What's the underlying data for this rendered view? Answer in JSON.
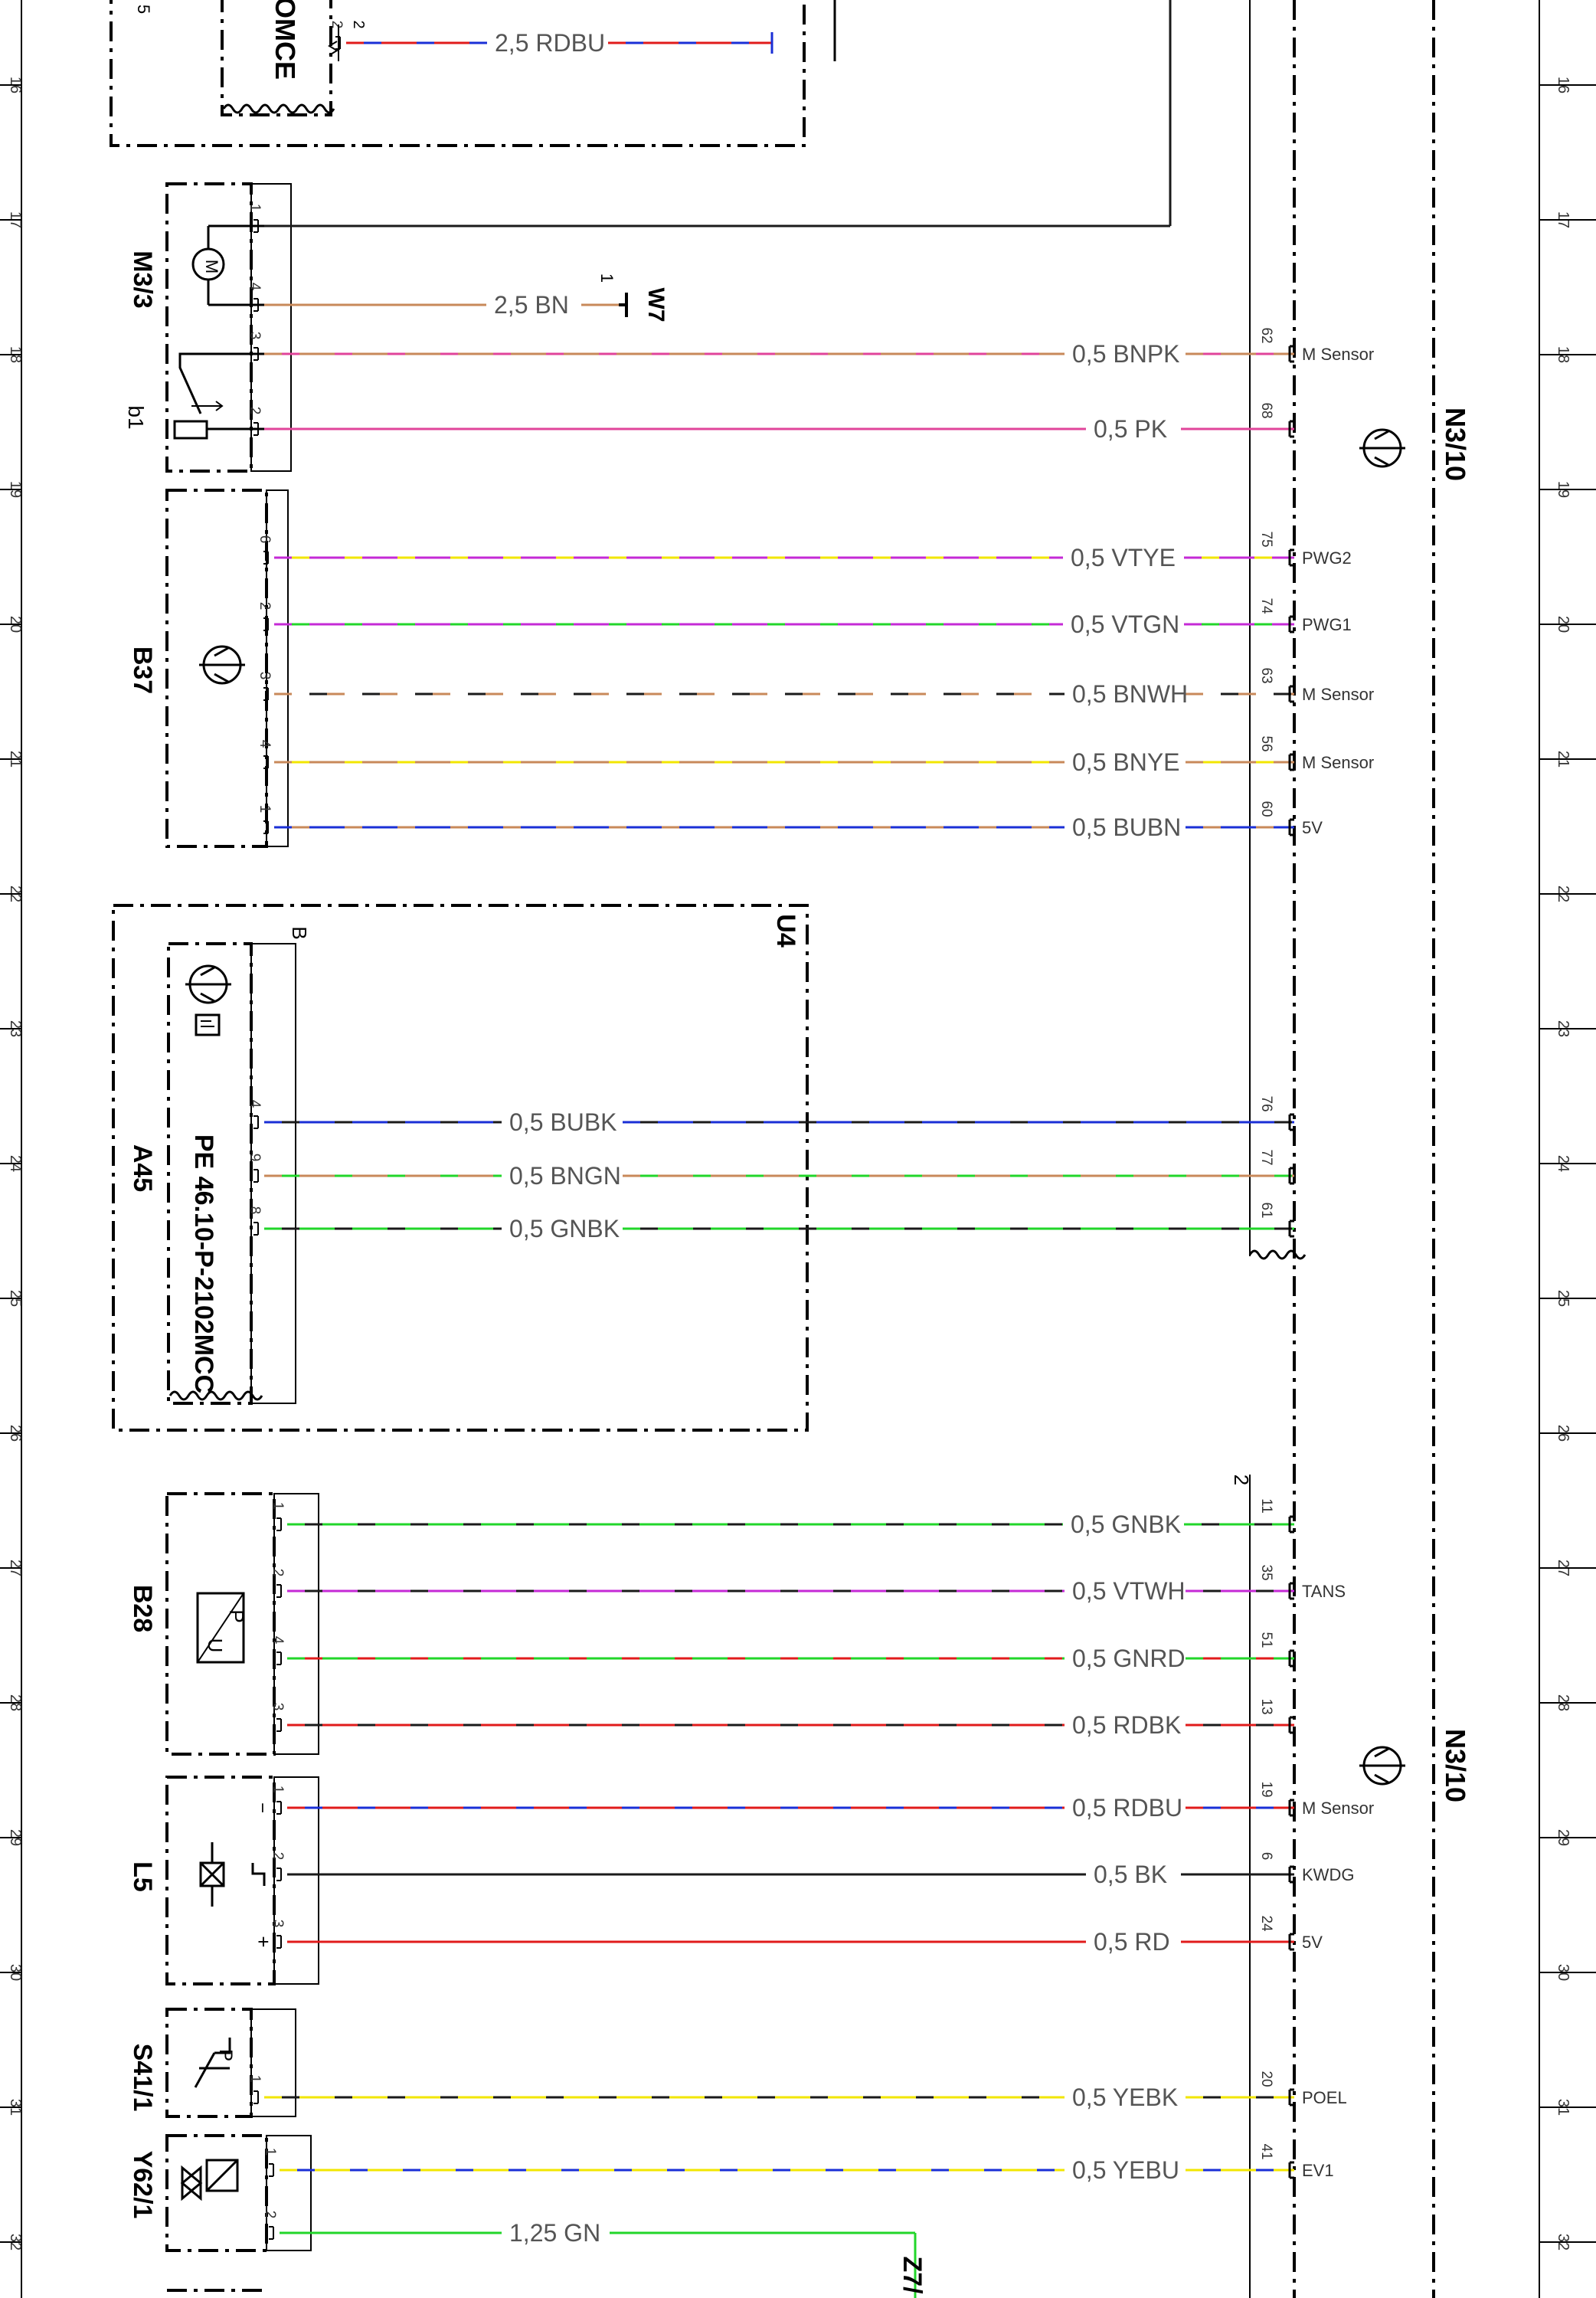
{
  "grid": {
    "rows": [
      "16",
      "17",
      "18",
      "19",
      "20",
      "21",
      "22",
      "23",
      "24",
      "25",
      "26",
      "27",
      "28",
      "29",
      "30",
      "31",
      "32"
    ]
  },
  "colors": {
    "BK": "#1a1a1a",
    "BN": "#c8895a",
    "RD": "#e01b1b",
    "BU": "#1a2fd6",
    "PK": "#e0449a",
    "VT": "#c42ad6",
    "YE": "#f2e600",
    "GN": "#22d62a",
    "WH": "#ffffff"
  },
  "components": {
    "top_partial": {
      "name": "OMCE",
      "pin_label": "2",
      "side_label": "5"
    },
    "m3_3": {
      "name": "M3/3",
      "motor_symbol": "M",
      "sub_name": "b1"
    },
    "b37": {
      "name": "B37"
    },
    "u4": {
      "name": "U4",
      "connector_label": "B"
    },
    "a45": {
      "name": "A45",
      "part_number": "PE 46.10-P-2102MCC"
    },
    "b28": {
      "name": "B28",
      "symbol_top": "P",
      "symbol_bottom": "U"
    },
    "l5": {
      "name": "L5",
      "minus": "−",
      "plus": "+"
    },
    "s41_1": {
      "name": "S41/1",
      "symbol": "P"
    },
    "y62_1": {
      "name": "Y62/1"
    },
    "w7": {
      "name": "W7",
      "pin": "1"
    },
    "z7": {
      "name": "Z7/"
    },
    "n3_10_top": {
      "name": "N3/10"
    },
    "n3_10_bottom": {
      "name": "N3/10"
    },
    "n3_10_connector_label": "2"
  },
  "wires": [
    {
      "label": "2,5 RDBU",
      "colors": [
        "RD",
        "BU"
      ],
      "from_pin": "2",
      "to_pin": "",
      "signal": ""
    },
    {
      "label": "",
      "colors": [
        "BK"
      ],
      "from_pin": "1",
      "to_pin": "",
      "signal": ""
    },
    {
      "label": "2,5 BN",
      "colors": [
        "BN"
      ],
      "from_pin": "4",
      "to_pin": "",
      "signal": ""
    },
    {
      "label": "0,5 BNPK",
      "colors": [
        "BN",
        "PK"
      ],
      "from_pin": "3",
      "to_pin": "62",
      "signal": "M Sensor"
    },
    {
      "label": "0,5 PK",
      "colors": [
        "PK"
      ],
      "from_pin": "2",
      "to_pin": "68",
      "signal": ""
    },
    {
      "label": "0,5 VTYE",
      "colors": [
        "VT",
        "YE"
      ],
      "from_pin": "6",
      "to_pin": "75",
      "signal": "PWG2"
    },
    {
      "label": "0,5 VTGN",
      "colors": [
        "VT",
        "GN"
      ],
      "from_pin": "2",
      "to_pin": "74",
      "signal": "PWG1"
    },
    {
      "label": "0,5 BNWH",
      "colors": [
        "BN",
        "WH",
        "BK"
      ],
      "from_pin": "3",
      "to_pin": "63",
      "signal": "M Sensor"
    },
    {
      "label": "0,5 BNYE",
      "colors": [
        "BN",
        "YE"
      ],
      "from_pin": "4",
      "to_pin": "56",
      "signal": "M Sensor"
    },
    {
      "label": "0,5 BUBN",
      "colors": [
        "BU",
        "BN"
      ],
      "from_pin": "1",
      "to_pin": "60",
      "signal": "5V"
    },
    {
      "label": "0,5 BUBK",
      "colors": [
        "BU",
        "BK"
      ],
      "from_pin": "4",
      "to_pin": "76",
      "signal": ""
    },
    {
      "label": "0,5 BNGN",
      "colors": [
        "BN",
        "GN"
      ],
      "from_pin": "9",
      "to_pin": "77",
      "signal": ""
    },
    {
      "label": "0,5 GNBK",
      "colors": [
        "GN",
        "BK"
      ],
      "from_pin": "8",
      "to_pin": "61",
      "signal": ""
    },
    {
      "label": "0,5 GNBK",
      "colors": [
        "GN",
        "BK"
      ],
      "from_pin": "1",
      "to_pin": "11",
      "signal": ""
    },
    {
      "label": "0,5 VTWH",
      "colors": [
        "VT",
        "BK"
      ],
      "from_pin": "2",
      "to_pin": "35",
      "signal": "TANS"
    },
    {
      "label": "0,5 GNRD",
      "colors": [
        "GN",
        "RD"
      ],
      "from_pin": "4",
      "to_pin": "51",
      "signal": ""
    },
    {
      "label": "0,5 RDBK",
      "colors": [
        "RD",
        "BK"
      ],
      "from_pin": "3",
      "to_pin": "13",
      "signal": ""
    },
    {
      "label": "0,5 RDBU",
      "colors": [
        "RD",
        "BU"
      ],
      "from_pin": "1",
      "to_pin": "19",
      "signal": "M Sensor"
    },
    {
      "label": "0,5 BK",
      "colors": [
        "BK"
      ],
      "from_pin": "2",
      "to_pin": "6",
      "signal": "KWDG"
    },
    {
      "label": "0,5 RD",
      "colors": [
        "RD"
      ],
      "from_pin": "3",
      "to_pin": "24",
      "signal": "5V"
    },
    {
      "label": "0,5 YEBK",
      "colors": [
        "YE",
        "BK"
      ],
      "from_pin": "1",
      "to_pin": "20",
      "signal": "POEL"
    },
    {
      "label": "0,5 YEBU",
      "colors": [
        "YE",
        "BU"
      ],
      "from_pin": "1",
      "to_pin": "41",
      "signal": "EV1"
    },
    {
      "label": "1,25 GN",
      "colors": [
        "GN"
      ],
      "from_pin": "2",
      "to_pin": "",
      "signal": ""
    }
  ]
}
